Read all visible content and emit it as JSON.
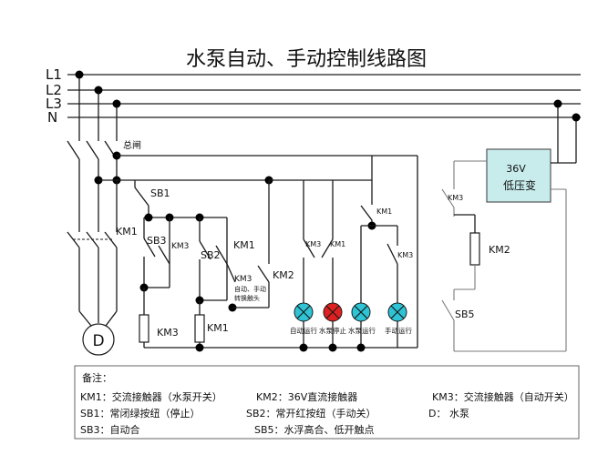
{
  "title": "水泵自动、手动控制线路图",
  "bus_labels": [
    "L1",
    "L2",
    "L3",
    "N"
  ],
  "labels": {
    "main_switch": "总闸",
    "sb1": "SB1",
    "sb2": "SB2",
    "sb3": "SB3",
    "sb5": "SB5",
    "km1_main": "KM1",
    "km1_contact": "KM1",
    "km1_coil": "KM1",
    "km1_small": "KM1",
    "km1_small2": "KM1",
    "km2_contact": "KM2",
    "km2_coil": "KM2",
    "km3_a": "KM3",
    "km3_b": "KM3",
    "km3_c": "KM3",
    "km3_coil": "KM3",
    "km3_d": "KM3",
    "km3_e": "KM3",
    "motor": "D",
    "transformer_line1": "36V",
    "transformer_line2": "低压变",
    "switchover_line1": "自动、手动",
    "switchover_line2": "转换触头"
  },
  "lamps": [
    {
      "label": "自动运行",
      "color": "#2ec4d6"
    },
    {
      "label": "水泵停止",
      "color": "#e02020"
    },
    {
      "label": "水泵运行",
      "color": "#2ec4d6"
    },
    {
      "label": "手动运行",
      "color": "#2ec4d6"
    }
  ],
  "legend": {
    "heading": "备注：",
    "rows": [
      [
        "KM1：交流接触器（水泵开关）",
        "KM2：36V直流接触器",
        "KM3：交流接触器（自动开关）"
      ],
      [
        "SB1：常闭绿按纽（停止）",
        "SB2：常开红按纽（手动关）",
        "D：       水泵"
      ],
      [
        "SB3：自动合",
        "SB5：水浮高合、低开触点",
        ""
      ]
    ]
  },
  "colors": {
    "transformer_fill": "#c8ecec",
    "lamp_cyan": "#2ec4d6",
    "lamp_red": "#e02020"
  }
}
